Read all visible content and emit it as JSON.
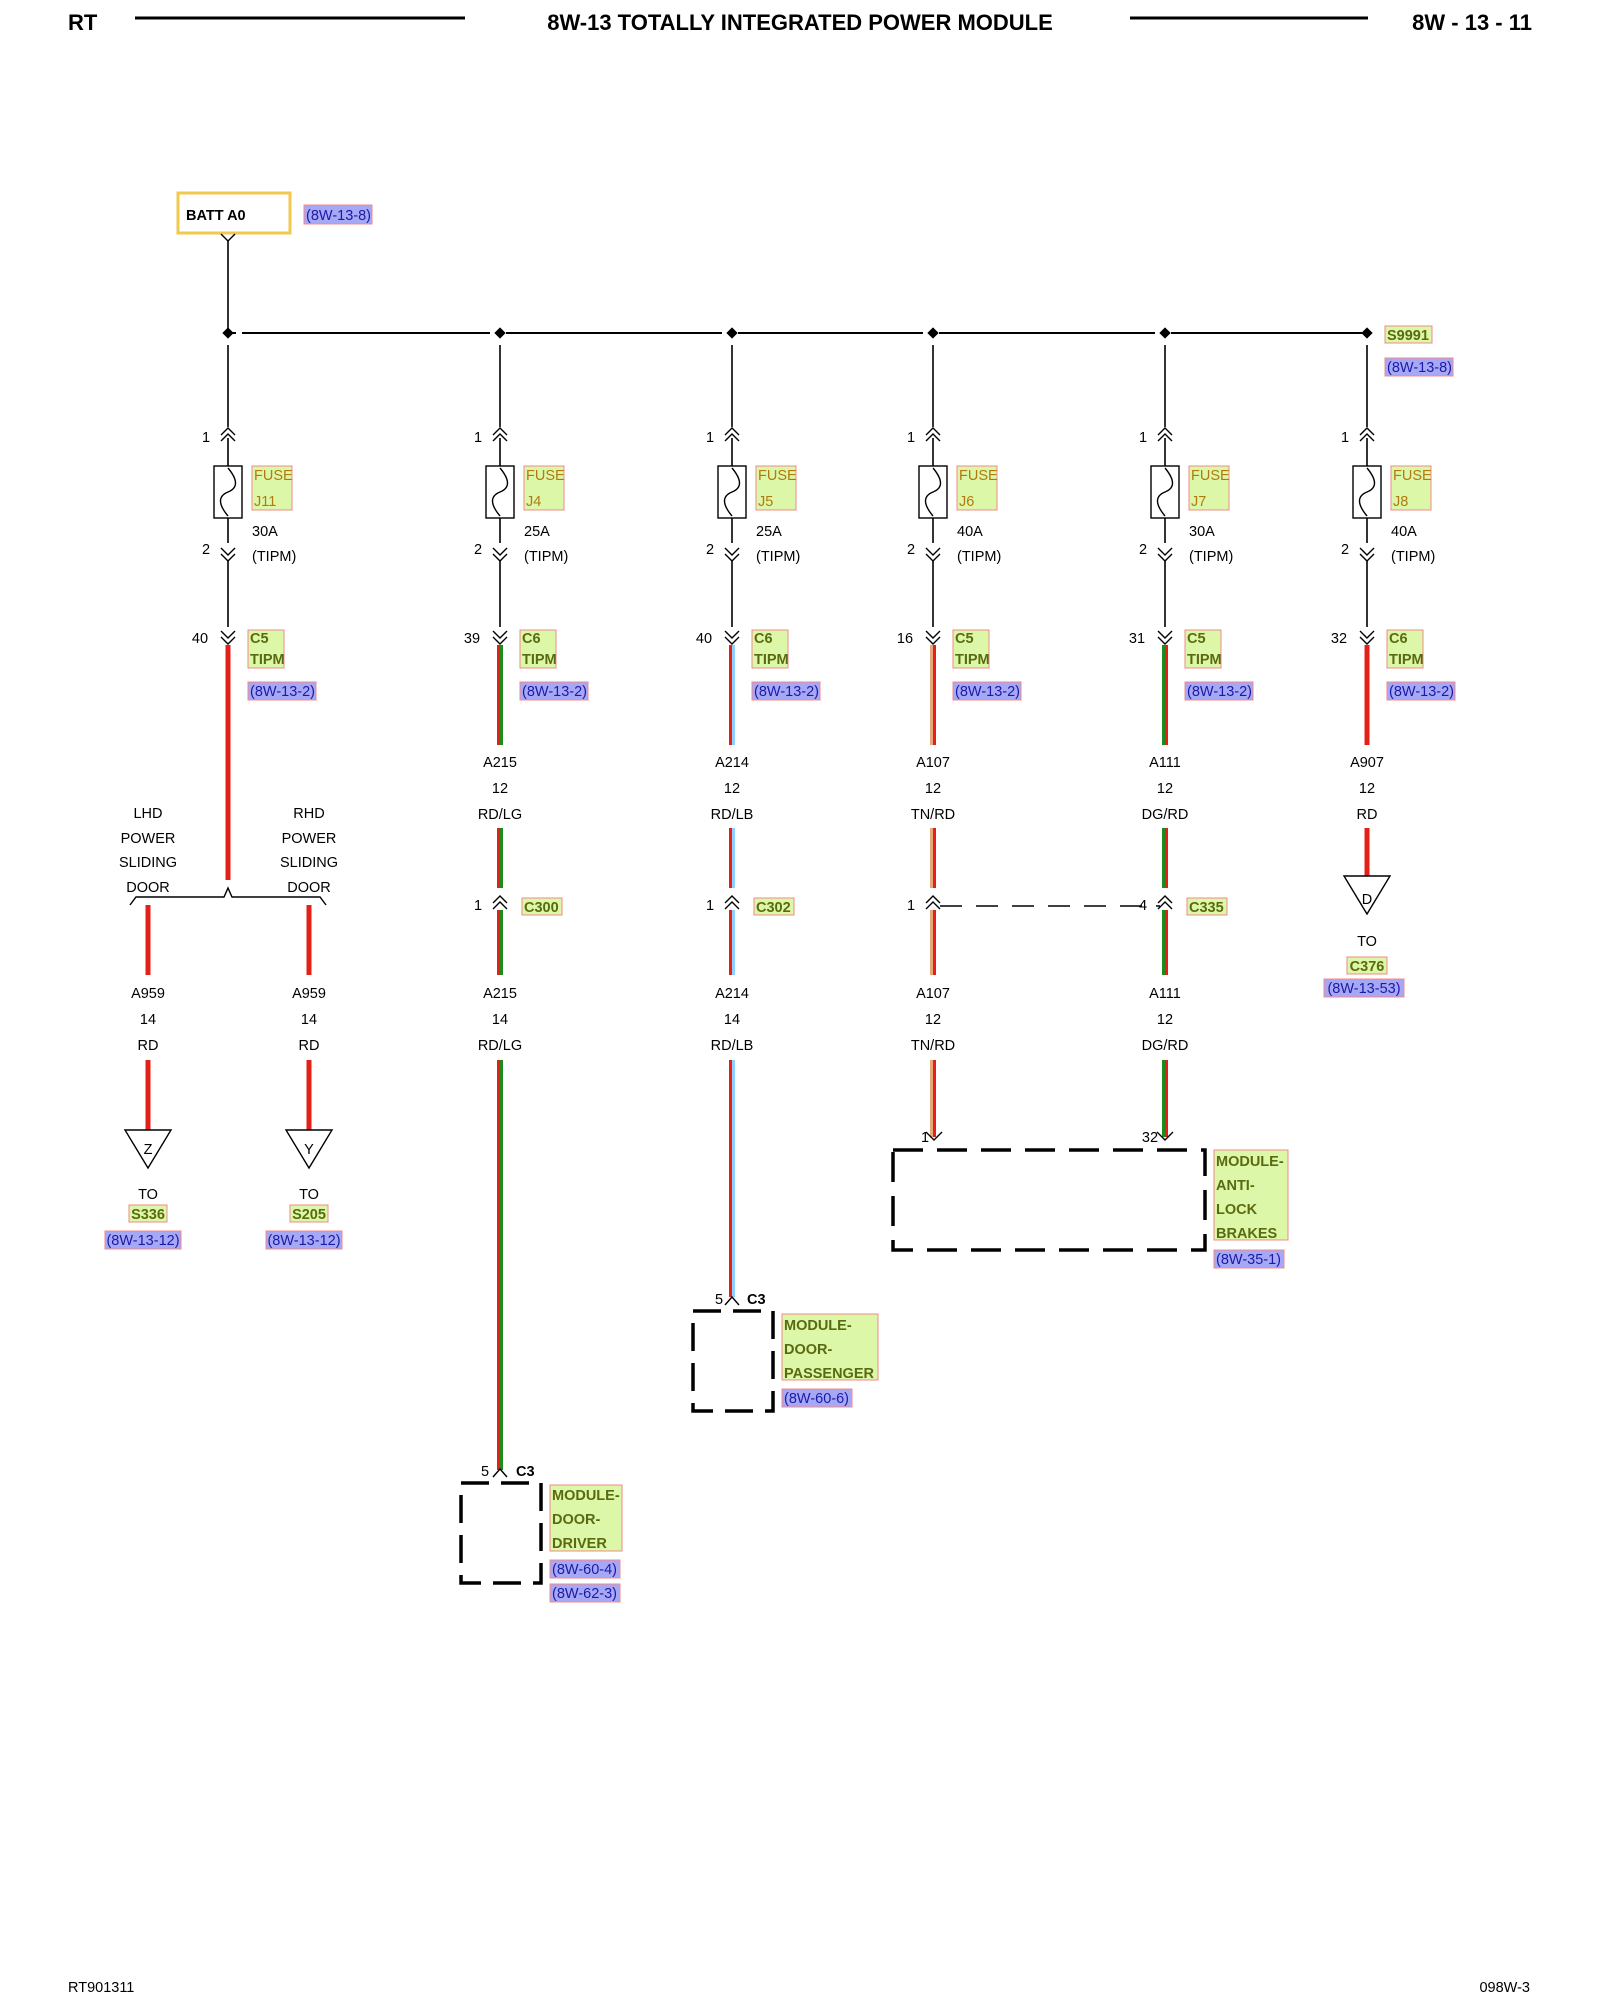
{
  "header": {
    "left": "RT",
    "title": "8W-13 TOTALLY INTEGRATED POWER MODULE",
    "right": "8W - 13 - 11"
  },
  "footer": {
    "left": "RT901311",
    "right": "098W-3"
  },
  "source": {
    "label": "BATT A0",
    "ref": "(8W-13-8)"
  },
  "splice": {
    "label": "S9991",
    "ref": "(8W-13-8)"
  },
  "circuits": [
    {
      "id": "j11",
      "pin_in": "1",
      "pin_out": "2",
      "fuse_word": "FUSE",
      "fuse_id": "J11",
      "rating": "30A",
      "location": "(TIPM)",
      "conn_pin": "40",
      "conn": "C5",
      "conn_sub": "TIPM",
      "conn_ref": "(8W-13-2)"
    },
    {
      "id": "j4",
      "pin_in": "1",
      "pin_out": "2",
      "fuse_word": "FUSE",
      "fuse_id": "J4",
      "rating": "25A",
      "location": "(TIPM)",
      "conn_pin": "39",
      "conn": "C6",
      "conn_sub": "TIPM",
      "conn_ref": "(8W-13-2)",
      "wire1": {
        "code": "A215",
        "gauge": "12",
        "color": "RD/LG"
      },
      "inline": {
        "pin": "1",
        "name": "C300"
      },
      "wire2": {
        "code": "A215",
        "gauge": "14",
        "color": "RD/LG"
      }
    },
    {
      "id": "j5",
      "pin_in": "1",
      "pin_out": "2",
      "fuse_word": "FUSE",
      "fuse_id": "J5",
      "rating": "25A",
      "location": "(TIPM)",
      "conn_pin": "40",
      "conn": "C6",
      "conn_sub": "TIPM",
      "conn_ref": "(8W-13-2)",
      "wire1": {
        "code": "A214",
        "gauge": "12",
        "color": "RD/LB"
      },
      "inline": {
        "pin": "1",
        "name": "C302"
      },
      "wire2": {
        "code": "A214",
        "gauge": "14",
        "color": "RD/LB"
      }
    },
    {
      "id": "j6",
      "pin_in": "1",
      "pin_out": "2",
      "fuse_word": "FUSE",
      "fuse_id": "J6",
      "rating": "40A",
      "location": "(TIPM)",
      "conn_pin": "16",
      "conn": "C5",
      "conn_sub": "TIPM",
      "conn_ref": "(8W-13-2)",
      "wire1": {
        "code": "A107",
        "gauge": "12",
        "color": "TN/RD"
      },
      "inline": {
        "pin": "1"
      },
      "wire2": {
        "code": "A107",
        "gauge": "12",
        "color": "TN/RD"
      }
    },
    {
      "id": "j7",
      "pin_in": "1",
      "pin_out": "2",
      "fuse_word": "FUSE",
      "fuse_id": "J7",
      "rating": "30A",
      "location": "(TIPM)",
      "conn_pin": "31",
      "conn": "C5",
      "conn_sub": "TIPM",
      "conn_ref": "(8W-13-2)",
      "wire1": {
        "code": "A111",
        "gauge": "12",
        "color": "DG/RD"
      },
      "inline": {
        "pin": "4",
        "name": "C335"
      },
      "wire2": {
        "code": "A111",
        "gauge": "12",
        "color": "DG/RD"
      }
    },
    {
      "id": "j8",
      "pin_in": "1",
      "pin_out": "2",
      "fuse_word": "FUSE",
      "fuse_id": "J8",
      "rating": "40A",
      "location": "(TIPM)",
      "conn_pin": "32",
      "conn": "C6",
      "conn_sub": "TIPM",
      "conn_ref": "(8W-13-2)",
      "wire1": {
        "code": "A907",
        "gauge": "12",
        "color": "RD"
      }
    }
  ],
  "sliding_doors": {
    "lhd": [
      "LHD",
      "POWER",
      "SLIDING",
      "DOOR"
    ],
    "rhd": [
      "RHD",
      "POWER",
      "SLIDING",
      "DOOR"
    ],
    "lhd_wire": {
      "code": "A959",
      "gauge": "14",
      "color": "RD",
      "marker": "Z",
      "to": "TO",
      "dest": "S336",
      "ref": "(8W-13-12)"
    },
    "rhd_wire": {
      "code": "A959",
      "gauge": "14",
      "color": "RD",
      "marker": "Y",
      "to": "TO",
      "dest": "S205",
      "ref": "(8W-13-12)"
    }
  },
  "j8_dest": {
    "marker": "D",
    "to": "TO",
    "dest": "C376",
    "ref": "(8W-13-53)"
  },
  "modules": {
    "abs": {
      "lines": [
        "MODULE-",
        "ANTI-",
        "LOCK",
        "BRAKES"
      ],
      "ref": "(8W-35-1)",
      "pin_left": "1",
      "pin_right": "32"
    },
    "passenger": {
      "lines": [
        "MODULE-",
        "DOOR-",
        "PASSENGER"
      ],
      "ref": "(8W-60-6)",
      "pin": "5",
      "conn": "C3"
    },
    "driver": {
      "lines": [
        "MODULE-",
        "DOOR-",
        "DRIVER"
      ],
      "refs": [
        "(8W-60-4)",
        "(8W-62-3)"
      ],
      "pin": "5",
      "conn": "C3"
    }
  },
  "colors": {
    "red": "#e32119",
    "green": "#1e8b1e",
    "blue": "#8fd0ff",
    "tan": "#e8a878",
    "label_fill": "#ddf7a8",
    "label_border": "#f08a8a",
    "ref_fill": "#a6a8f5",
    "batt_border": "#f2c94c"
  },
  "icons": [
    "fuse-icon",
    "connector-chevron-icon",
    "triangle-marker-icon",
    "splice-dot-icon"
  ]
}
